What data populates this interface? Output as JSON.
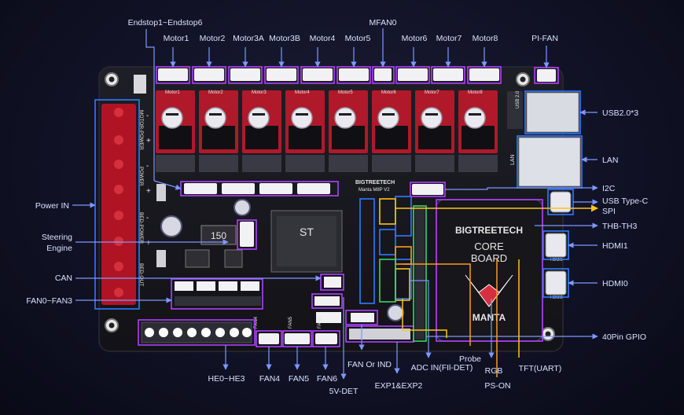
{
  "board": {
    "brand": "BIGTREETECH",
    "model": "Manta M8P V2",
    "core_brand": "BIGTREETECH",
    "core_line1": "CORE",
    "core_line2": "BOARD",
    "core_name": "MANTA",
    "inductor_value": "150",
    "motor_silk": [
      "Motor1",
      "Motor2",
      "Motor3",
      "Motor4",
      "Motor5",
      "Motor6",
      "Motor7",
      "Motor8"
    ],
    "power_silk": [
      "MOTOR-POWER",
      "POWER",
      "BED-POWER",
      "BED-OUT"
    ],
    "polarity": [
      "+",
      "-",
      "+",
      "-",
      "+",
      "-"
    ],
    "fan_silk": [
      "FAN4",
      "FAN5",
      "FAN6"
    ],
    "lan_silk": "LAN",
    "usb_silk": "USB 2.0",
    "hdmi_silk": [
      "HDMI1",
      "HDMI0"
    ]
  },
  "labels": {
    "endstop": "Endstop1~Endstop6",
    "mfan": "MFAN0",
    "pifan": "PI-FAN",
    "motors": [
      "Motor1",
      "Motor2",
      "Motor3A",
      "Motor3B",
      "Motor4",
      "Motor5",
      "Motor6",
      "Motor7",
      "Motor8"
    ],
    "usb": "USB2.0*3",
    "lan": "LAN",
    "i2c": "I2C",
    "usbc": "USB Type-C",
    "spi": "SPI",
    "thb": "THB-TH3",
    "hdmi1": "HDMI1",
    "hdmi0": "HDMI0",
    "gpio": "40Pin GPIO",
    "power_in": "Power IN",
    "steering_1": "Steering",
    "steering_2": "Engine",
    "can": "CAN",
    "fan03": "FAN0~FAN3",
    "he": "HE0~HE3",
    "fan4": "FAN4",
    "fan5": "FAN5",
    "fan6": "FAN6",
    "fanind": "FAN Or IND",
    "vdet": "5V-DET",
    "adc": "ADC IN(FIl-DET)",
    "exp": "EXP1&EXP2",
    "probe": "Probe",
    "rgb": "RGB",
    "tft": "TFT(UART)",
    "pson": "PS-ON"
  },
  "colors": {
    "pointer_line": "#7d98ff",
    "purple_frame": "#b040ff",
    "blue_frame": "#2f7bff",
    "yellow_frame": "#ffc21a",
    "orange_frame": "#ff9a1a",
    "green_frame": "#35d86a",
    "pcb": "#16161c"
  }
}
